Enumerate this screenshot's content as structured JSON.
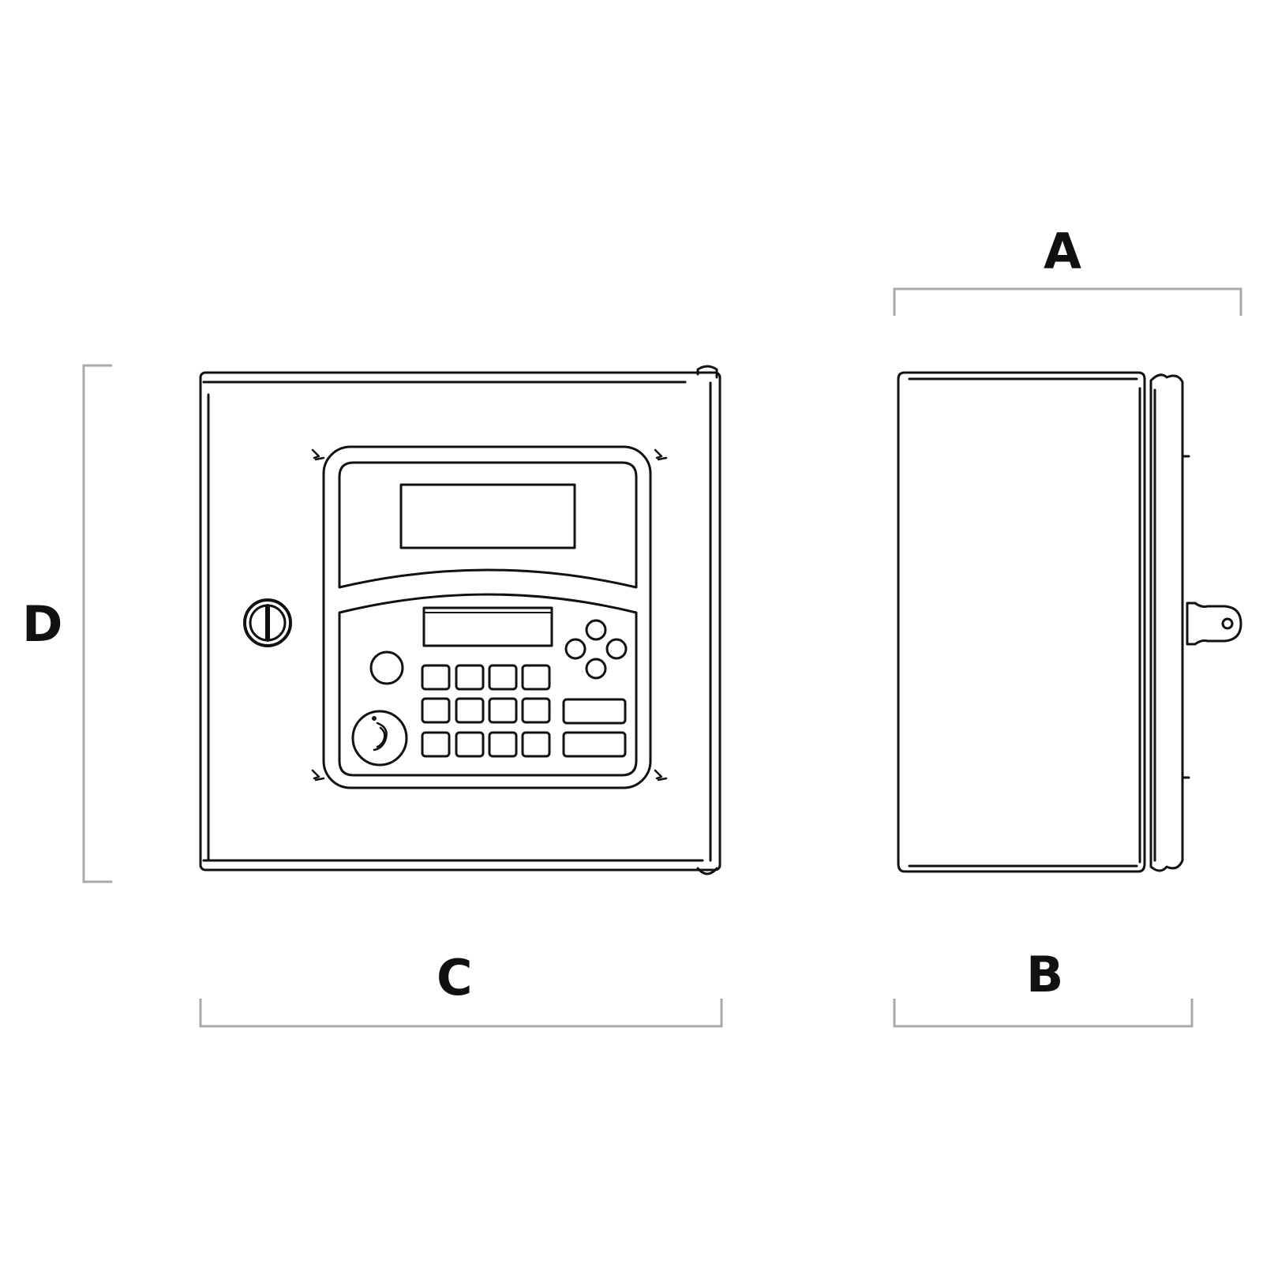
{
  "dimensions": {
    "a": "A",
    "b": "B",
    "c": "C",
    "d": "D"
  },
  "colors": {
    "line": "#111111",
    "dimension_line": "#a9a9a9",
    "background": "#ffffff"
  },
  "icons": {
    "lock": "lock-icon",
    "key": "key-icon",
    "fingerprint": "fingerprint-icon",
    "power": "power-button-icon",
    "nav_pad": "dpad-icon",
    "screw": "screw-icon"
  }
}
